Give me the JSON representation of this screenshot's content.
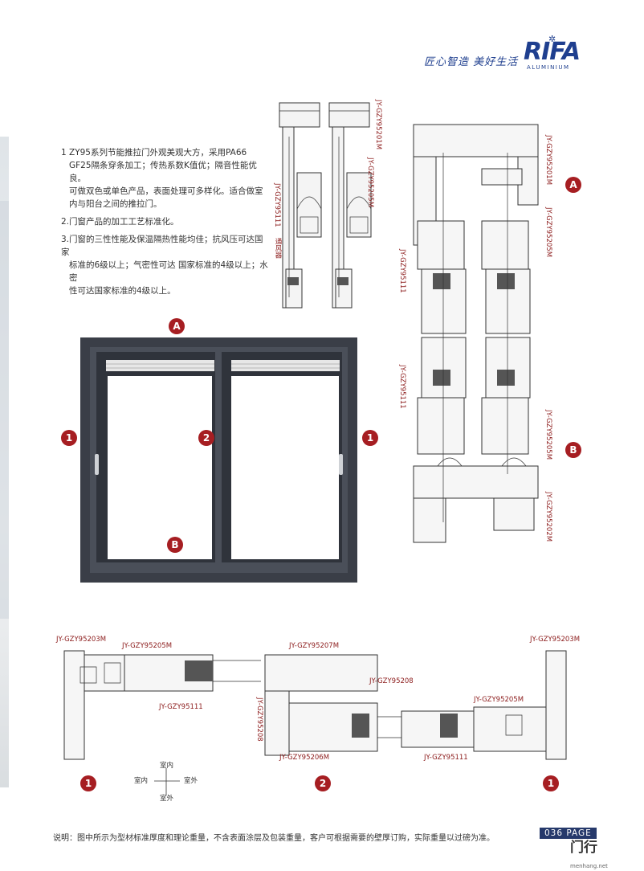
{
  "header": {
    "slogan": "匠心智造  美好生活",
    "logo_text": "RIFA",
    "logo_sub": "ALUMINIUM",
    "logo_icon": "star-icon"
  },
  "description": {
    "items": [
      "1 ZY95系列节能推拉门外观美观大方，采用PA66",
      "GF25隔条穿条加工；传热系数K值优；隔音性能优良。",
      "可做双色或单色产品，表面处理可多样化。适合做室",
      "内与阳台之间的推拉门。",
      "2.门窗产品的加工工艺标准化。",
      "3.门窗的三性性能及保温隔热性能均佳；抗风压可达国家",
      "标准的6级以上；气密性可达 国家标准的4级以上；水密",
      "性可达国家标准的4级以上。"
    ]
  },
  "top_section_labels": {
    "small_1": "JY-GZY95201M",
    "small_2": "JY-GZY95205M",
    "small_3": "JY-GZY95111",
    "small_4": "通风器",
    "big_1": "JY-GZY95201M",
    "big_2": "JY-GZY95205M",
    "big_3": "JY-GZY95111",
    "big_4": "JY-GZY95111",
    "big_5": "JY-GZY95205M",
    "big_6": "JY-GZY95202M"
  },
  "markers": {
    "A": "A",
    "B": "B",
    "one": "1",
    "two": "2"
  },
  "bottom_section_labels": {
    "l1": "JY-GZY95203M",
    "l2": "JY-GZY95205M",
    "l3": "JY-GZY95111",
    "l4": "JY-GZY95207M",
    "l5": "JY-GZY95208",
    "l6": "JY-GZY95208",
    "l7": "JY-GZY95206M",
    "l8": "JY-GZY95203M",
    "l9": "JY-GZY95205M",
    "l10": "JY-GZY95111"
  },
  "compass": {
    "top": "室内",
    "left": "室内",
    "right": "室外",
    "bottom": "室外"
  },
  "footer": {
    "note": "说明：图中所示为型材标准厚度和理论重量，不含表面涂层及包装重量，客户可根据需要的壁厚订购，实际重量以过磅为准。",
    "page": "036 PAGE"
  },
  "watermark": {
    "text": "门行",
    "sub": "menhang.net"
  },
  "colors": {
    "accent_red": "#a61e22",
    "brand_blue": "#1f3f8f",
    "frame_dark": "#3a3e47"
  }
}
